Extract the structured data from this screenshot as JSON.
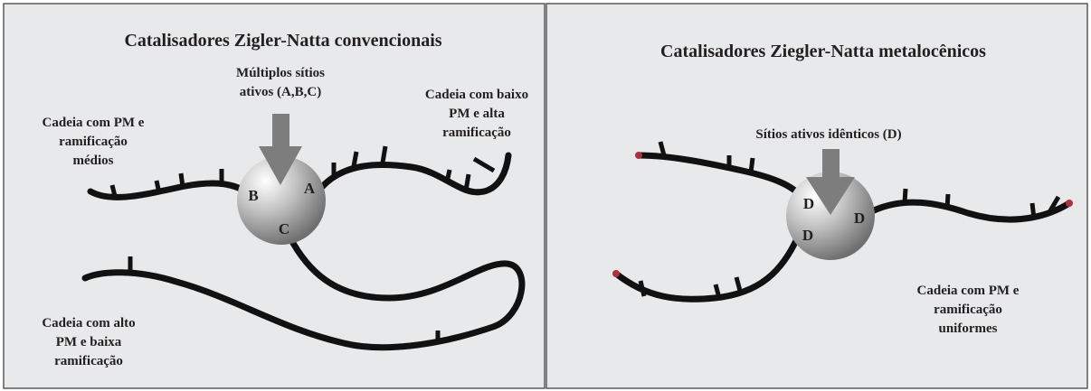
{
  "left_panel": {
    "title": "Catalisadores Zigler-Natta convencionais",
    "sites_label": [
      "Múltiplos sítios",
      "ativos (A,B,C)"
    ],
    "site_letters": [
      "A",
      "B",
      "C"
    ],
    "chain_medium": [
      "Cadeia com PM e",
      "ramificação",
      "médios"
    ],
    "chain_low": [
      "Cadeia com baixo",
      "PM e alta",
      "ramificação"
    ],
    "chain_high": [
      "Cadeia com alto",
      "PM e baixa",
      "ramificação"
    ]
  },
  "right_panel": {
    "title": "Catalisadores Ziegler-Natta metalocênicos",
    "sites_label": "Sítios ativos idênticos (D)",
    "site_letters": [
      "D",
      "D",
      "D"
    ],
    "chain_uniform": [
      "Cadeia com PM e",
      "ramificação",
      "uniformes"
    ]
  },
  "colors": {
    "panel_background": "#e8e9ea",
    "sphere": "#b3b3b3",
    "arrow": "#7d7d7d",
    "chain": "#111111",
    "chain_end": "#b0303a"
  }
}
